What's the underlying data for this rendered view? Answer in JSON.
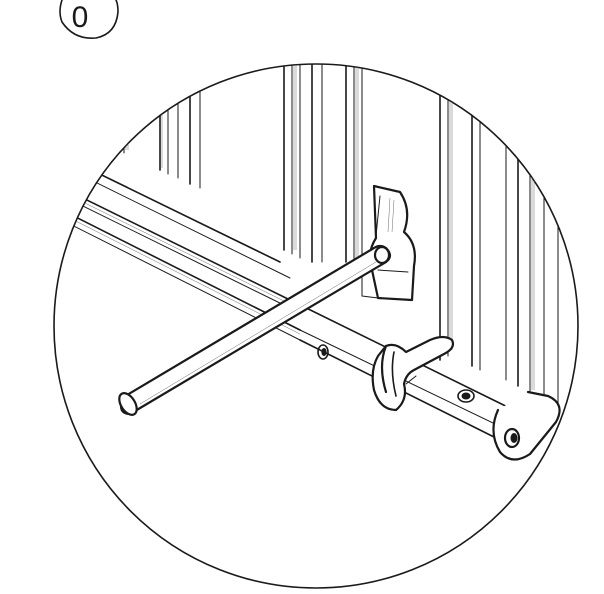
{
  "step_label": "0",
  "colors": {
    "line": "#1a1a1a",
    "background": "#ffffff"
  },
  "parts": {
    "frame": "frame-profile",
    "latch_block": "latch-block",
    "rod": "locking-rod",
    "hook": "hook-clip",
    "rail": "bottom-rail"
  }
}
